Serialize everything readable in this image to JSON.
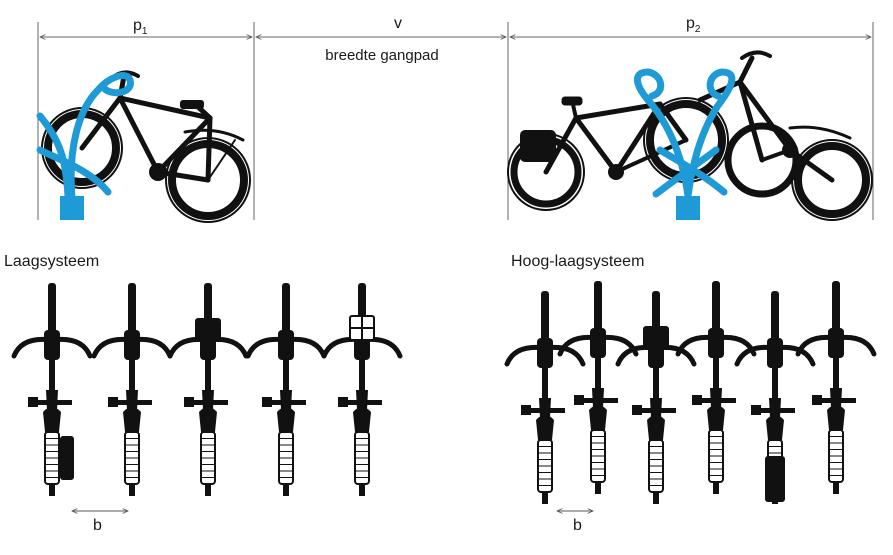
{
  "dimensions": {
    "p1": {
      "base": "p",
      "sub": "1"
    },
    "v": {
      "base": "v",
      "sub": ""
    },
    "p2": {
      "base": "p",
      "sub": "2"
    },
    "aisle_caption": "breedte gangpad",
    "b_label_left": "b",
    "b_label_right": "b"
  },
  "sections": {
    "low_system": "Laagsysteem",
    "high_low_system": "Hoog-laagsysteem"
  },
  "colors": {
    "rack": "#1e9bd7",
    "bike": "#111111",
    "dimension_line": "#555555",
    "text": "#1a1a1a"
  },
  "low_system_bikes": [
    "pannier",
    "plain",
    "front-crate",
    "plain",
    "front-rack"
  ],
  "high_low_bikes": [
    "high",
    "low",
    "high-crate",
    "low",
    "high-bag",
    "low"
  ]
}
